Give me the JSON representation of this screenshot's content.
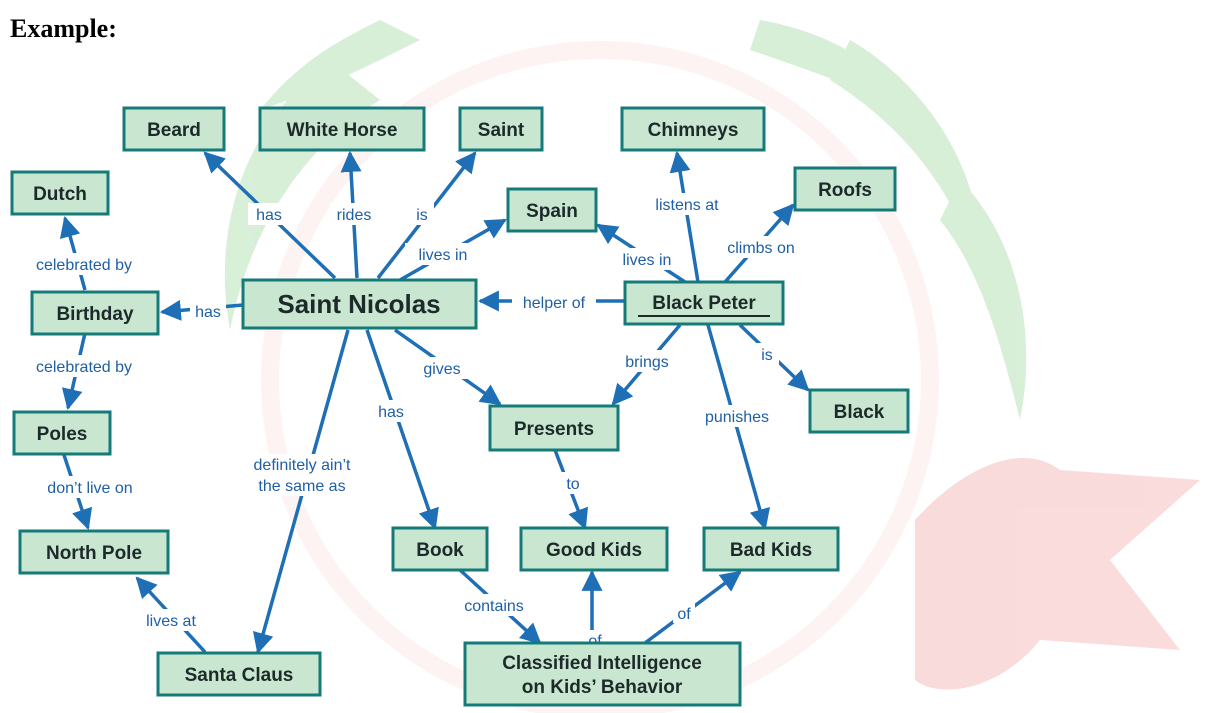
{
  "heading": "Example:",
  "colors": {
    "node_fill": "#c9e6d0",
    "node_border": "#157a7a",
    "arrow": "#1e6fb5",
    "label": "#1f5fa6",
    "node_text": "#1d2a2a",
    "watermark_green": "#8fd08f",
    "watermark_red": "#f39b9b"
  },
  "nodes": {
    "beard": "Beard",
    "white_horse": "White Horse",
    "saint": "Saint",
    "chimneys": "Chimneys",
    "dutch": "Dutch",
    "roofs": "Roofs",
    "spain": "Spain",
    "saint_nicolas": "Saint Nicolas",
    "black_peter": "Black Peter",
    "birthday": "Birthday",
    "black": "Black",
    "presents": "Presents",
    "poles": "Poles",
    "north_pole": "North Pole",
    "book": "Book",
    "good_kids": "Good Kids",
    "bad_kids": "Bad Kids",
    "santa_claus": "Santa Claus",
    "classified_line1": "Classified Intelligence",
    "classified_line2": "on Kids’ Behavior"
  },
  "edges": {
    "has_beard": "has",
    "rides": "rides",
    "is_saint": "is",
    "lives_in_1": "lives in",
    "lives_in_2": "lives in",
    "listens_at": "listens at",
    "climbs_on": "climbs on",
    "celebrated_by_1": "celebrated by",
    "celebrated_by_2": "celebrated by",
    "has_birthday": "has",
    "helper_of": "helper of",
    "gives": "gives",
    "brings": "brings",
    "is_black": "is",
    "has_book": "has",
    "punishes": "punishes",
    "definitely_line1": "definitely ain’t",
    "definitely_line2": "the same as",
    "dont_live_on": "don’t live on",
    "to": "to",
    "contains": "contains",
    "of_1": "of",
    "of_2": "of",
    "lives_at": "lives at"
  }
}
